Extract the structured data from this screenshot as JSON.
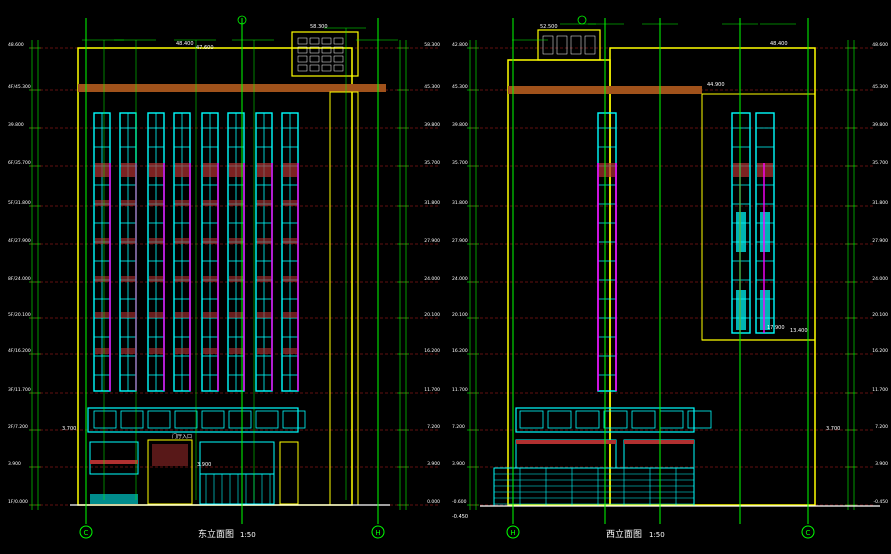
{
  "colors": {
    "background": "#000000",
    "outline": "#ffff00",
    "axis": "#00ff00",
    "glazing": "#00ffff",
    "glazing_hatch": "#ff00ff",
    "spandrel": "#b03030",
    "cornice": "#a0521b",
    "level_line": "#c02020",
    "dimension": "#00ff00",
    "text": "#ffffff"
  },
  "drawings": [
    {
      "id": "east",
      "title": "东立面图",
      "scale": "1:50",
      "axis_left": "C",
      "axis_right": "H"
    },
    {
      "id": "west",
      "title": "西立面图",
      "scale": "1:50",
      "axis_left": "H",
      "axis_right": "C"
    }
  ],
  "east_levels_left": [
    "48.600",
    "4F/45.300",
    "39.800",
    "6F/35.700",
    "5F/31.800",
    "4F/27.900",
    "8F/24.000",
    "5F/20.100",
    "4F/16.200",
    "3F/11.700",
    "2F/7.200",
    "3.900",
    "1F/0.000"
  ],
  "east_levels_right": [
    "58.300",
    "45.300",
    "39.800",
    "35.700",
    "31.800",
    "27.900",
    "24.000",
    "20.100",
    "16.200",
    "11.700",
    "7.200",
    "3.900",
    "0.000"
  ],
  "west_levels_left": [
    "42.800",
    "45.300",
    "39.800",
    "35.700",
    "31.800",
    "27.900",
    "24.000",
    "20.100",
    "16.200",
    "11.700",
    "7.200",
    "3.900",
    "-0.600"
  ],
  "west_levels_right": [
    "48.600",
    "45.300",
    "39.800",
    "35.700",
    "31.800",
    "27.900",
    "24.000",
    "20.100",
    "16.200",
    "11.700",
    "7.200",
    "3.900",
    "-0.450"
  ],
  "annotations": {
    "east_roof": "48.400",
    "east_parapet": "47.600",
    "east_tower": "58.300",
    "west_parapet": "48.400",
    "west_roof": "44.900",
    "west_tower": "52.500",
    "west_setback": "17.900",
    "west_setback_r": "13.400",
    "east_podium": "3.700",
    "west_podium": "3.700",
    "east_entrance": "3.900",
    "east_canopy": "门厅入口",
    "ground_left": "-0.450"
  }
}
